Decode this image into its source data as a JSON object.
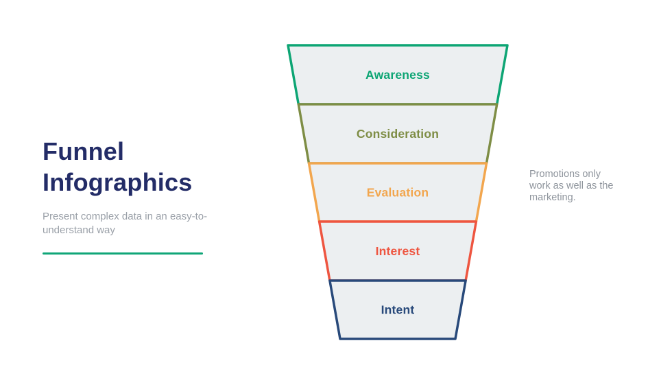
{
  "intro": {
    "title": "Funnel Infographics",
    "title_color": "#232c67",
    "subtitle": "Present complex data in an easy-to-understand way",
    "subtitle_color": "#9aa0a8",
    "accent_color": "#10a678"
  },
  "note": {
    "text": "Promotions only work as well as the marketing.",
    "color": "#8e949c"
  },
  "funnel": {
    "fill": "#eceff1",
    "segments": [
      {
        "label": "Awareness",
        "color": "#0da574"
      },
      {
        "label": "Consideration",
        "color": "#7e8d45"
      },
      {
        "label": "Evaluation",
        "color": "#f2a64e"
      },
      {
        "label": "Interest",
        "color": "#ee5540"
      },
      {
        "label": "Intent",
        "color": "#28497a"
      }
    ]
  }
}
